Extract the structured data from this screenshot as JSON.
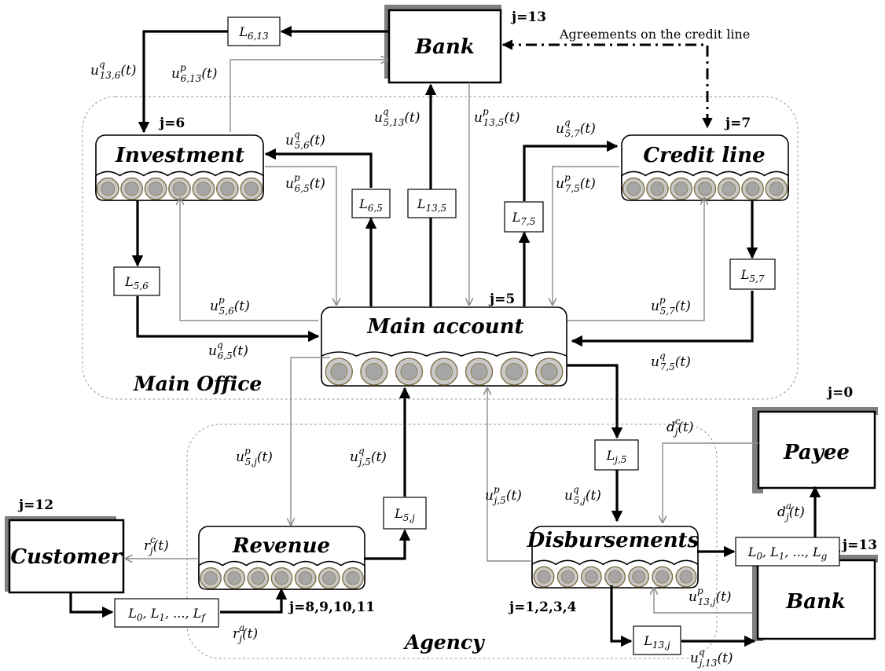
{
  "nodes": {
    "bank_top": {
      "title": "Bank",
      "j": "j=13"
    },
    "investment": {
      "title": "Investment",
      "j": "j=6"
    },
    "credit_line": {
      "title": "Credit line",
      "j": "j=7"
    },
    "main_account": {
      "title": "Main account",
      "j": "j=5"
    },
    "revenue": {
      "title": "Revenue",
      "j": "j=8,9,10,11"
    },
    "disbursements": {
      "title": "Disbursements",
      "j": "j=1,2,3,4"
    },
    "customer": {
      "title": "Customer",
      "j": "j=12"
    },
    "payee": {
      "title": "Payee",
      "j": "j=0"
    },
    "bank_bottom": {
      "title": "Bank",
      "j": "j=13"
    }
  },
  "regions": {
    "main_office": "Main Office",
    "agency": "Agency"
  },
  "agreement_label": "Agreements on the credit line",
  "lag_boxes": {
    "l_6_13": {
      "sym": "L",
      "sub": "6,13"
    },
    "l_6_5": {
      "sym": "L",
      "sub": "6,5"
    },
    "l_13_5": {
      "sym": "L",
      "sub": "13,5"
    },
    "l_7_5": {
      "sym": "L",
      "sub": "7,5"
    },
    "l_5_6": {
      "sym": "L",
      "sub": "5,6"
    },
    "l_5_7": {
      "sym": "L",
      "sub": "5,7"
    },
    "l_5_j": {
      "sym": "L",
      "sub": "5,j"
    },
    "l_j_5": {
      "sym": "L",
      "sub": "j,5"
    },
    "l_13_j": {
      "sym": "L",
      "sub": "13,j"
    },
    "l_customer": {
      "text": "L0, L1, ..., Lf",
      "parts": [
        "L",
        "0",
        ", L",
        "1",
        ", ..., L",
        "f"
      ]
    },
    "l_payee": {
      "text": "L0, L1, ..., Lg",
      "parts": [
        "L",
        "0",
        ", L",
        "1",
        ", ..., L",
        "g"
      ]
    }
  },
  "flows": {
    "u_13_6_q": {
      "base": "u",
      "sup": "q",
      "sub": "13,6",
      "arg": "(t)"
    },
    "u_6_13_p": {
      "base": "u",
      "sup": "p",
      "sub": "6,13",
      "arg": "(t)"
    },
    "u_5_13_q": {
      "base": "u",
      "sup": "q",
      "sub": "5,13",
      "arg": "(t)"
    },
    "u_13_5_p": {
      "base": "u",
      "sup": "p",
      "sub": "13,5",
      "arg": "(t)"
    },
    "u_5_6_q": {
      "base": "u",
      "sup": "q",
      "sub": "5,6",
      "arg": "(t)"
    },
    "u_6_5_p": {
      "base": "u",
      "sup": "p",
      "sub": "6,5",
      "arg": "(t)"
    },
    "u_5_7_q": {
      "base": "u",
      "sup": "q",
      "sub": "5,7",
      "arg": "(t)"
    },
    "u_7_5_p": {
      "base": "u",
      "sup": "p",
      "sub": "7,5",
      "arg": "(t)"
    },
    "u_5_6_p": {
      "base": "u",
      "sup": "p",
      "sub": "5,6",
      "arg": "(t)"
    },
    "u_6_5_q": {
      "base": "u",
      "sup": "q",
      "sub": "6,5",
      "arg": "(t)"
    },
    "u_5_7_p": {
      "base": "u",
      "sup": "p",
      "sub": "5,7",
      "arg": "(t)"
    },
    "u_7_5_q": {
      "base": "u",
      "sup": "q",
      "sub": "7,5",
      "arg": "(t)"
    },
    "u_5_j_p": {
      "base": "u",
      "sup": "p",
      "sub": "5,j",
      "arg": "(t)"
    },
    "u_j_5_q": {
      "base": "u",
      "sup": "q",
      "sub": "j,5",
      "arg": "(t)"
    },
    "u_j_5_p": {
      "base": "u",
      "sup": "p",
      "sub": "j,5",
      "arg": "(t)"
    },
    "u_5_j_q": {
      "base": "u",
      "sup": "q",
      "sub": "5,j",
      "arg": "(t)"
    },
    "u_13_j_p": {
      "base": "u",
      "sup": "p",
      "sub": "13,j",
      "arg": "(t)"
    },
    "u_j_13_q": {
      "base": "u",
      "sup": "q",
      "sub": "j,13",
      "arg": "(t)"
    },
    "r_c": {
      "base": "r",
      "sup": "c",
      "sub": "j",
      "arg": "(t)"
    },
    "r_a": {
      "base": "r",
      "sup": "a",
      "sub": "j",
      "arg": "(t)"
    },
    "d_c": {
      "base": "d",
      "sup": "c",
      "sub": "j",
      "arg": "(t)"
    },
    "d_a": {
      "base": "d",
      "sup": "a",
      "sub": "j",
      "arg": "(t)"
    }
  }
}
